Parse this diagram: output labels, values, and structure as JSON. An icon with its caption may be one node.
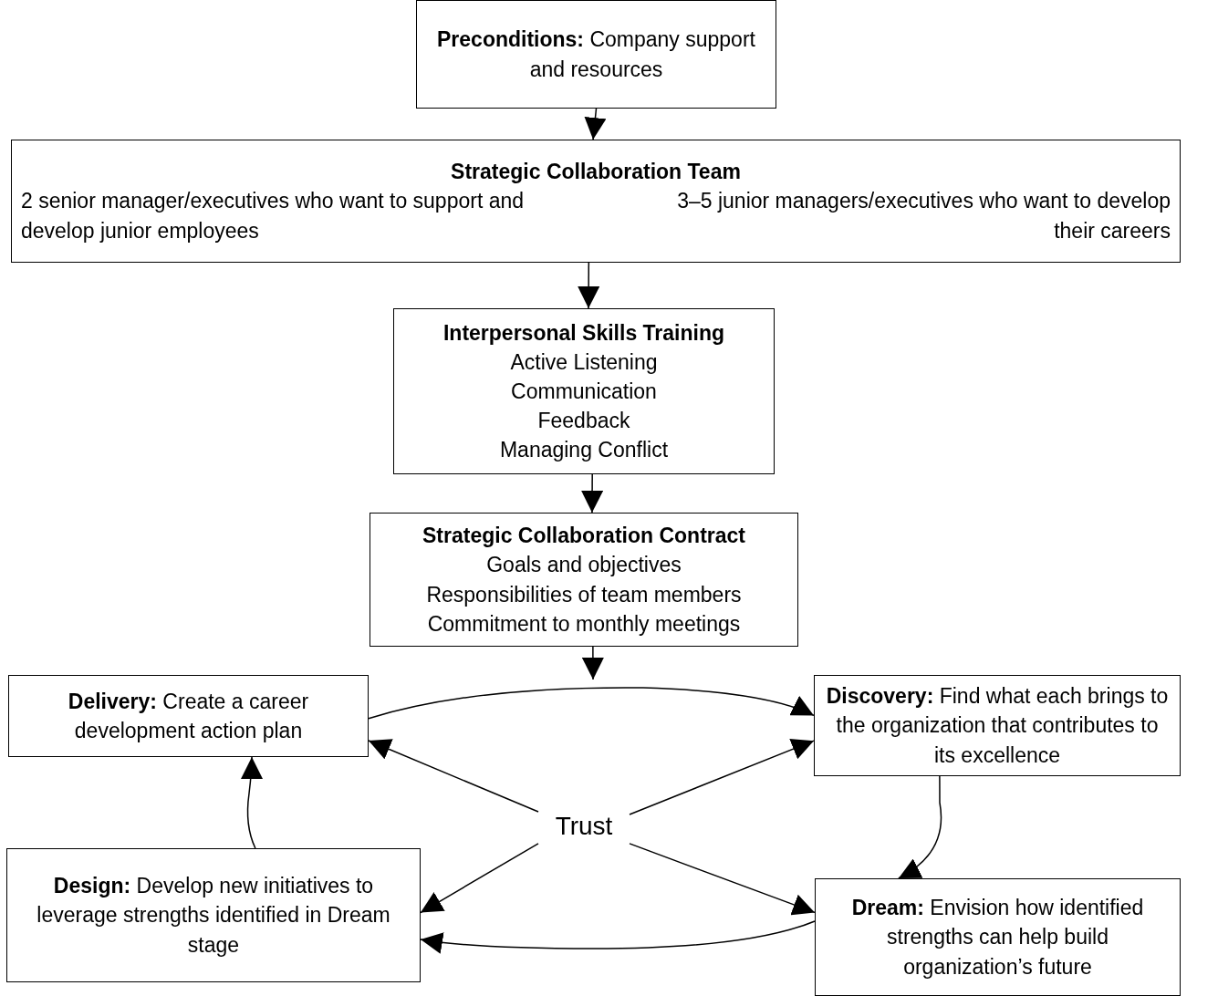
{
  "diagram": {
    "nodes": [
      {
        "text": [
          "**Preconditions:** Company support and resources"
        ]
      },
      {
        "text": [
          "Strategic Collaboration Team",
          "2 senior manager/executives who want to support and develop junior employees",
          "3–5 junior managers/executives who want to develop their careers"
        ]
      },
      {
        "text": [
          "Interpersonal Skills Training",
          "Active Listening",
          "Communication",
          "Feedback",
          "Managing Conflict"
        ]
      },
      {
        "text": [
          "Strategic Collaboration Contract",
          "Goals and objectives",
          "Responsibilities of team members",
          "Commitment to monthly meetings"
        ]
      },
      {
        "text": [
          "**Delivery:** Create a career development action plan"
        ]
      },
      {
        "text": [
          "**Discovery:** Find what each brings to the organization that contributes to its excellence"
        ]
      },
      {
        "text": [
          "Trust"
        ]
      },
      {
        "text": [
          "**Design:** Develop new initiatives to leverage strengths identified in Dream stage"
        ]
      },
      {
        "text": [
          "**Dream:** Envision how identified strengths can help build organization’s future"
        ]
      }
    ],
    "edges": [
      {
        "from": 0,
        "to": 1,
        "arrow": "to"
      },
      {
        "from": 1,
        "to": 2,
        "arrow": "to"
      },
      {
        "from": 2,
        "to": 3,
        "arrow": "to"
      },
      {
        "from": 3,
        "to": null,
        "arrow": "to"
      },
      {
        "from": 4,
        "to": 5,
        "arrow": "to"
      },
      {
        "from": 5,
        "to": 8,
        "arrow": "to"
      },
      {
        "from": 8,
        "to": 7,
        "arrow": "to"
      },
      {
        "from": 7,
        "to": 4,
        "arrow": "to"
      },
      {
        "from": 6,
        "to": 4,
        "arrow": "to"
      },
      {
        "from": 6,
        "to": 5,
        "arrow": "to"
      },
      {
        "from": 6,
        "to": 7,
        "arrow": "to"
      },
      {
        "from": 6,
        "to": 8,
        "arrow": "to"
      }
    ]
  }
}
